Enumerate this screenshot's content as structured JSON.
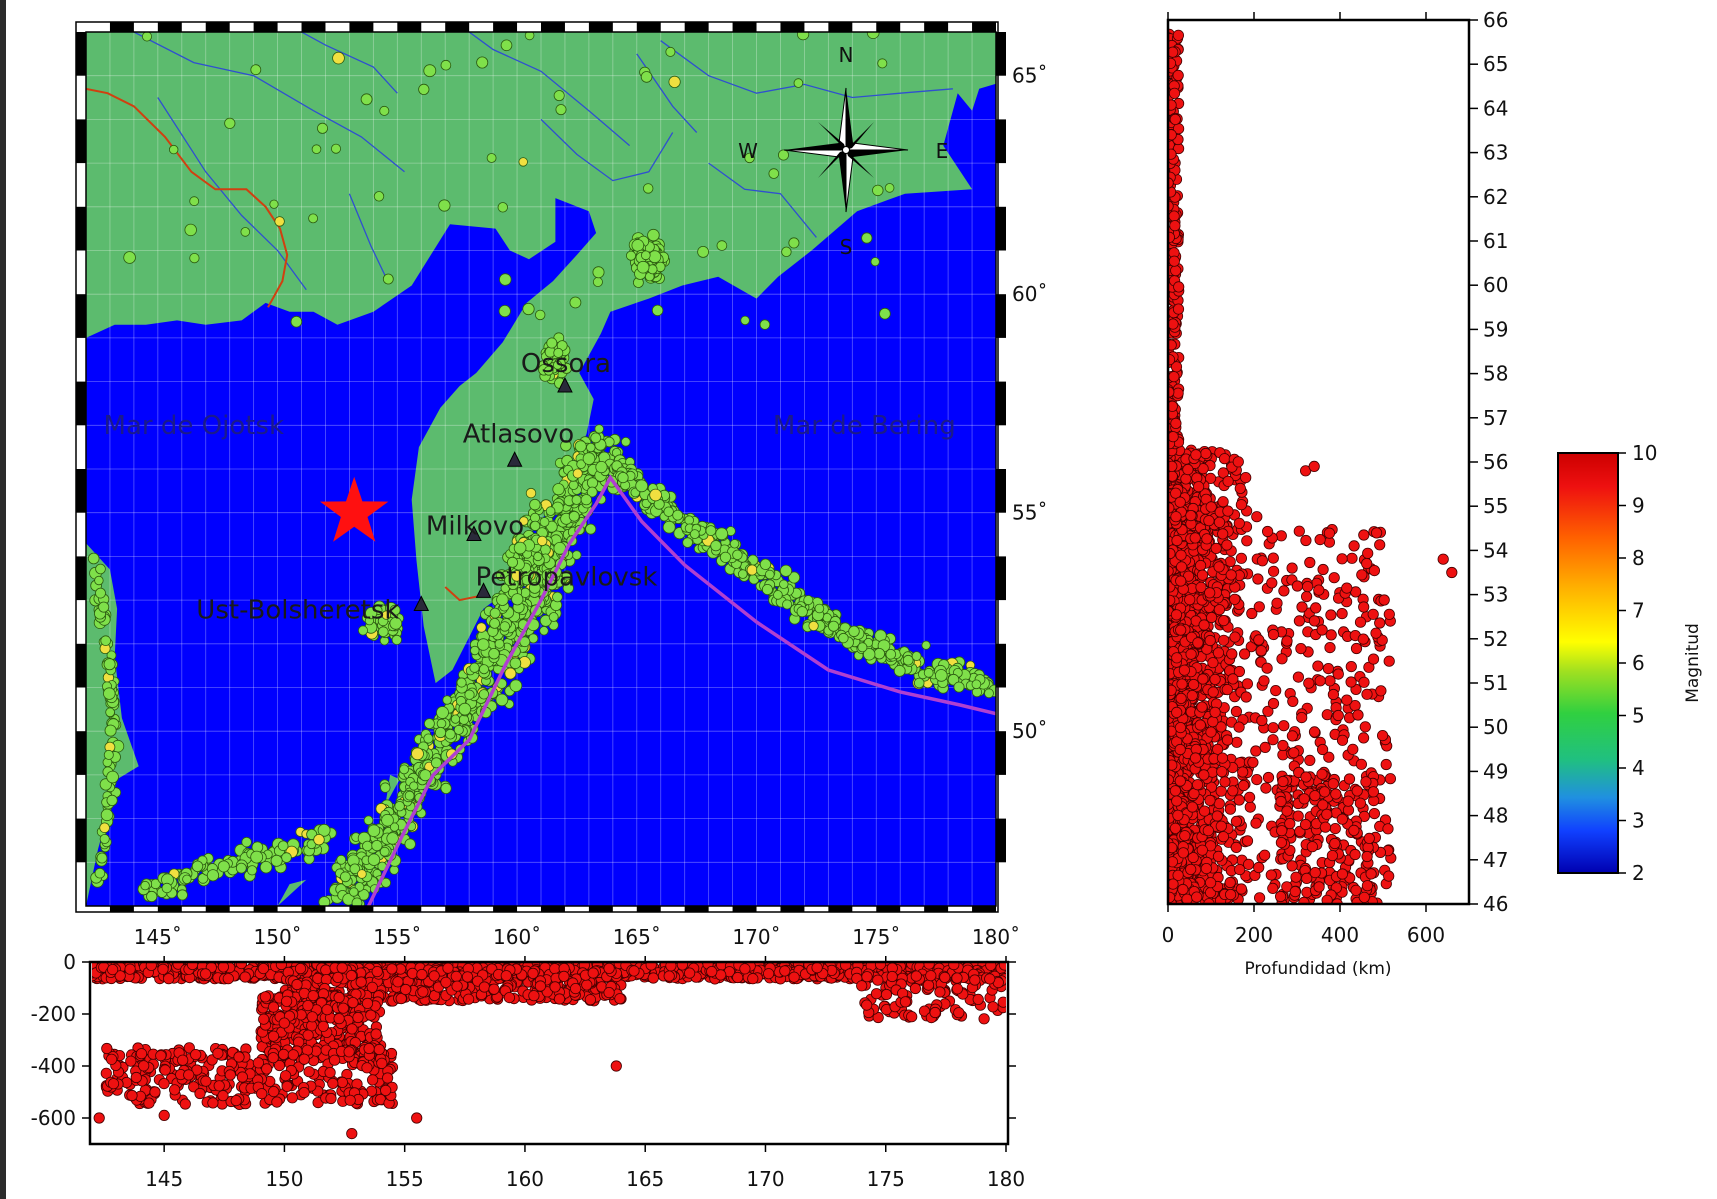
{
  "map": {
    "lon_range": [
      142,
      180
    ],
    "lat_range": [
      46,
      66
    ],
    "lon_ticks": [
      "145˚",
      "150˚",
      "155˚",
      "160˚",
      "165˚",
      "170˚",
      "175˚",
      "180˚"
    ],
    "lat_ticks": [
      "50˚",
      "55˚",
      "60˚",
      "65˚"
    ],
    "colors": {
      "land": "#5cbb6e",
      "sea": "#0000ff",
      "event_fill": "#7fe04a",
      "event_stroke": "#2b5a10",
      "plate_boundary": "#b040d0",
      "border": "#d04010",
      "river": "#2f4fd0"
    },
    "cities": [
      {
        "name": "Ossora",
        "lon": 162.0,
        "lat": 57.9
      },
      {
        "name": "Atlasovo",
        "lon": 159.9,
        "lat": 56.2
      },
      {
        "name": "Milkovo",
        "lon": 158.2,
        "lat": 54.5
      },
      {
        "name": "Petropavlovsk",
        "lon": 158.6,
        "lat": 53.2
      },
      {
        "name": "Ust-Bolsheretsk",
        "lon": 156.0,
        "lat": 52.9
      }
    ],
    "seas": [
      {
        "name": "Mar de Ojotsk",
        "lon": 146.5,
        "lat": 56.8
      },
      {
        "name": "Mar de Bering",
        "lon": 174.5,
        "lat": 56.8
      }
    ],
    "star": {
      "lon": 153.2,
      "lat": 55.0,
      "color": "#ff1010"
    },
    "compass": {
      "N": "N",
      "S": "S",
      "E": "E",
      "W": "W"
    }
  },
  "depth_lon": {
    "x_ticks": [
      "145",
      "150",
      "155",
      "160",
      "165",
      "170",
      "175",
      "180"
    ],
    "y_ticks": [
      "0",
      "-200",
      "-400",
      "-600"
    ],
    "y_range": [
      -700,
      0
    ]
  },
  "depth_lat": {
    "x_ticks": [
      "0",
      "200",
      "400",
      "600"
    ],
    "y_ticks": [
      "46",
      "47",
      "48",
      "49",
      "50",
      "51",
      "52",
      "53",
      "54",
      "55",
      "56",
      "57",
      "58",
      "59",
      "60",
      "61",
      "62",
      "63",
      "64",
      "65",
      "66"
    ],
    "xlabel": "Profundidad (km)",
    "x_range": [
      0,
      700
    ]
  },
  "colorbar": {
    "label": "Magnitud",
    "ticks": [
      "2",
      "3",
      "4",
      "5",
      "6",
      "7",
      "8",
      "9",
      "10"
    ],
    "range": [
      2,
      10
    ]
  },
  "event_color": "#ee1111"
}
